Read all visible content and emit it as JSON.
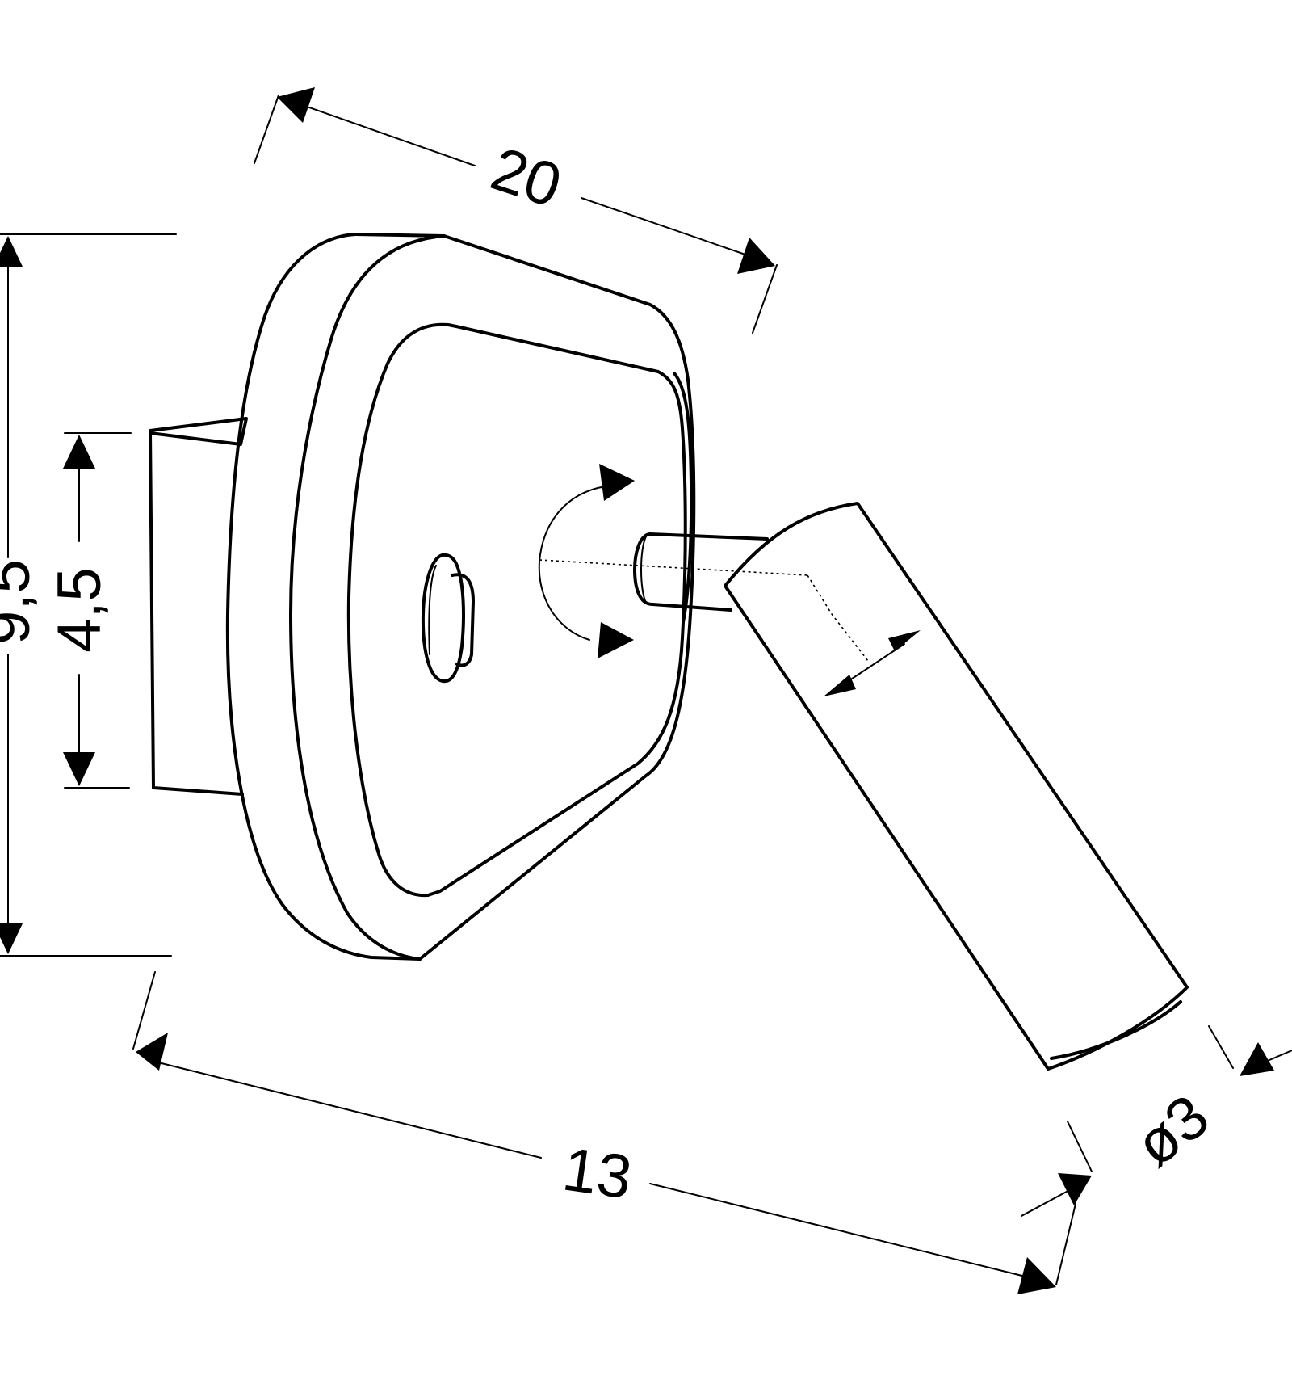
{
  "dimensions": {
    "width_label": "20",
    "depth_label": "13",
    "height_label": "9,5",
    "base_height_label": "4,5",
    "diameter_label": "ø3"
  },
  "colors": {
    "stroke": "#000000",
    "background": "#ffffff"
  }
}
